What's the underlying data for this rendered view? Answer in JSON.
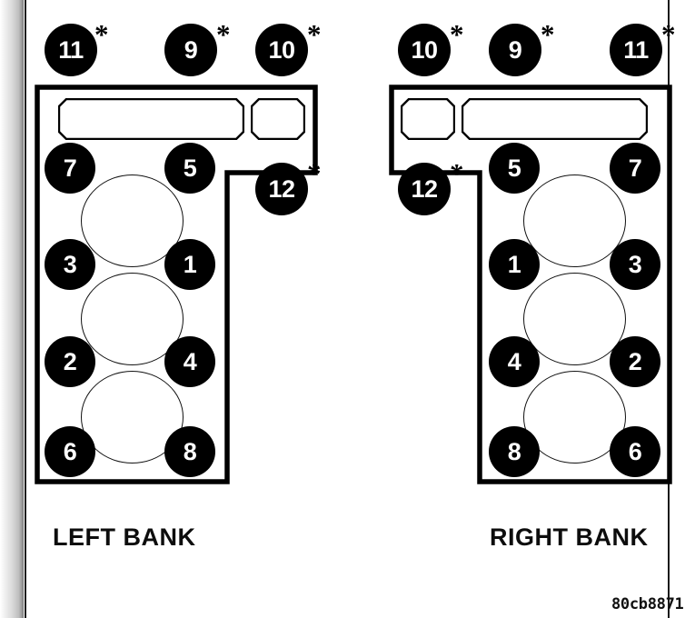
{
  "figure": {
    "code": "80cb8871",
    "background_color": "#ffffff",
    "ink_color": "#000000"
  },
  "banks": [
    {
      "id": "left",
      "caption": "LEFT BANK",
      "orientation": "normal",
      "top_coils": [
        {
          "label": "11",
          "asterisk": "*"
        },
        {
          "label": "9",
          "asterisk": "*"
        },
        {
          "label": "10",
          "asterisk": "*"
        }
      ],
      "side_coil": {
        "label": "12",
        "asterisk": "*"
      },
      "plugs": [
        {
          "label": "7",
          "row": 1,
          "side": "left"
        },
        {
          "label": "5",
          "row": 1,
          "side": "right"
        },
        {
          "label": "3",
          "row": 2,
          "side": "left"
        },
        {
          "label": "1",
          "row": 2,
          "side": "right"
        },
        {
          "label": "2",
          "row": 3,
          "side": "left"
        },
        {
          "label": "4",
          "row": 3,
          "side": "right"
        },
        {
          "label": "6",
          "row": 4,
          "side": "left"
        },
        {
          "label": "8",
          "row": 4,
          "side": "right"
        }
      ],
      "bores": 3
    },
    {
      "id": "right",
      "caption": "RIGHT BANK",
      "orientation": "mirrored",
      "top_coils": [
        {
          "label": "10",
          "asterisk": "*"
        },
        {
          "label": "9",
          "asterisk": "*"
        },
        {
          "label": "11",
          "asterisk": "*"
        }
      ],
      "side_coil": {
        "label": "12",
        "asterisk": "*"
      },
      "plugs": [
        {
          "label": "5",
          "row": 1,
          "side": "left"
        },
        {
          "label": "7",
          "row": 1,
          "side": "right"
        },
        {
          "label": "1",
          "row": 2,
          "side": "left"
        },
        {
          "label": "3",
          "row": 2,
          "side": "right"
        },
        {
          "label": "4",
          "row": 3,
          "side": "left"
        },
        {
          "label": "2",
          "row": 3,
          "side": "right"
        },
        {
          "label": "8",
          "row": 4,
          "side": "left"
        },
        {
          "label": "6",
          "row": 4,
          "side": "right"
        }
      ],
      "bores": 3
    }
  ]
}
